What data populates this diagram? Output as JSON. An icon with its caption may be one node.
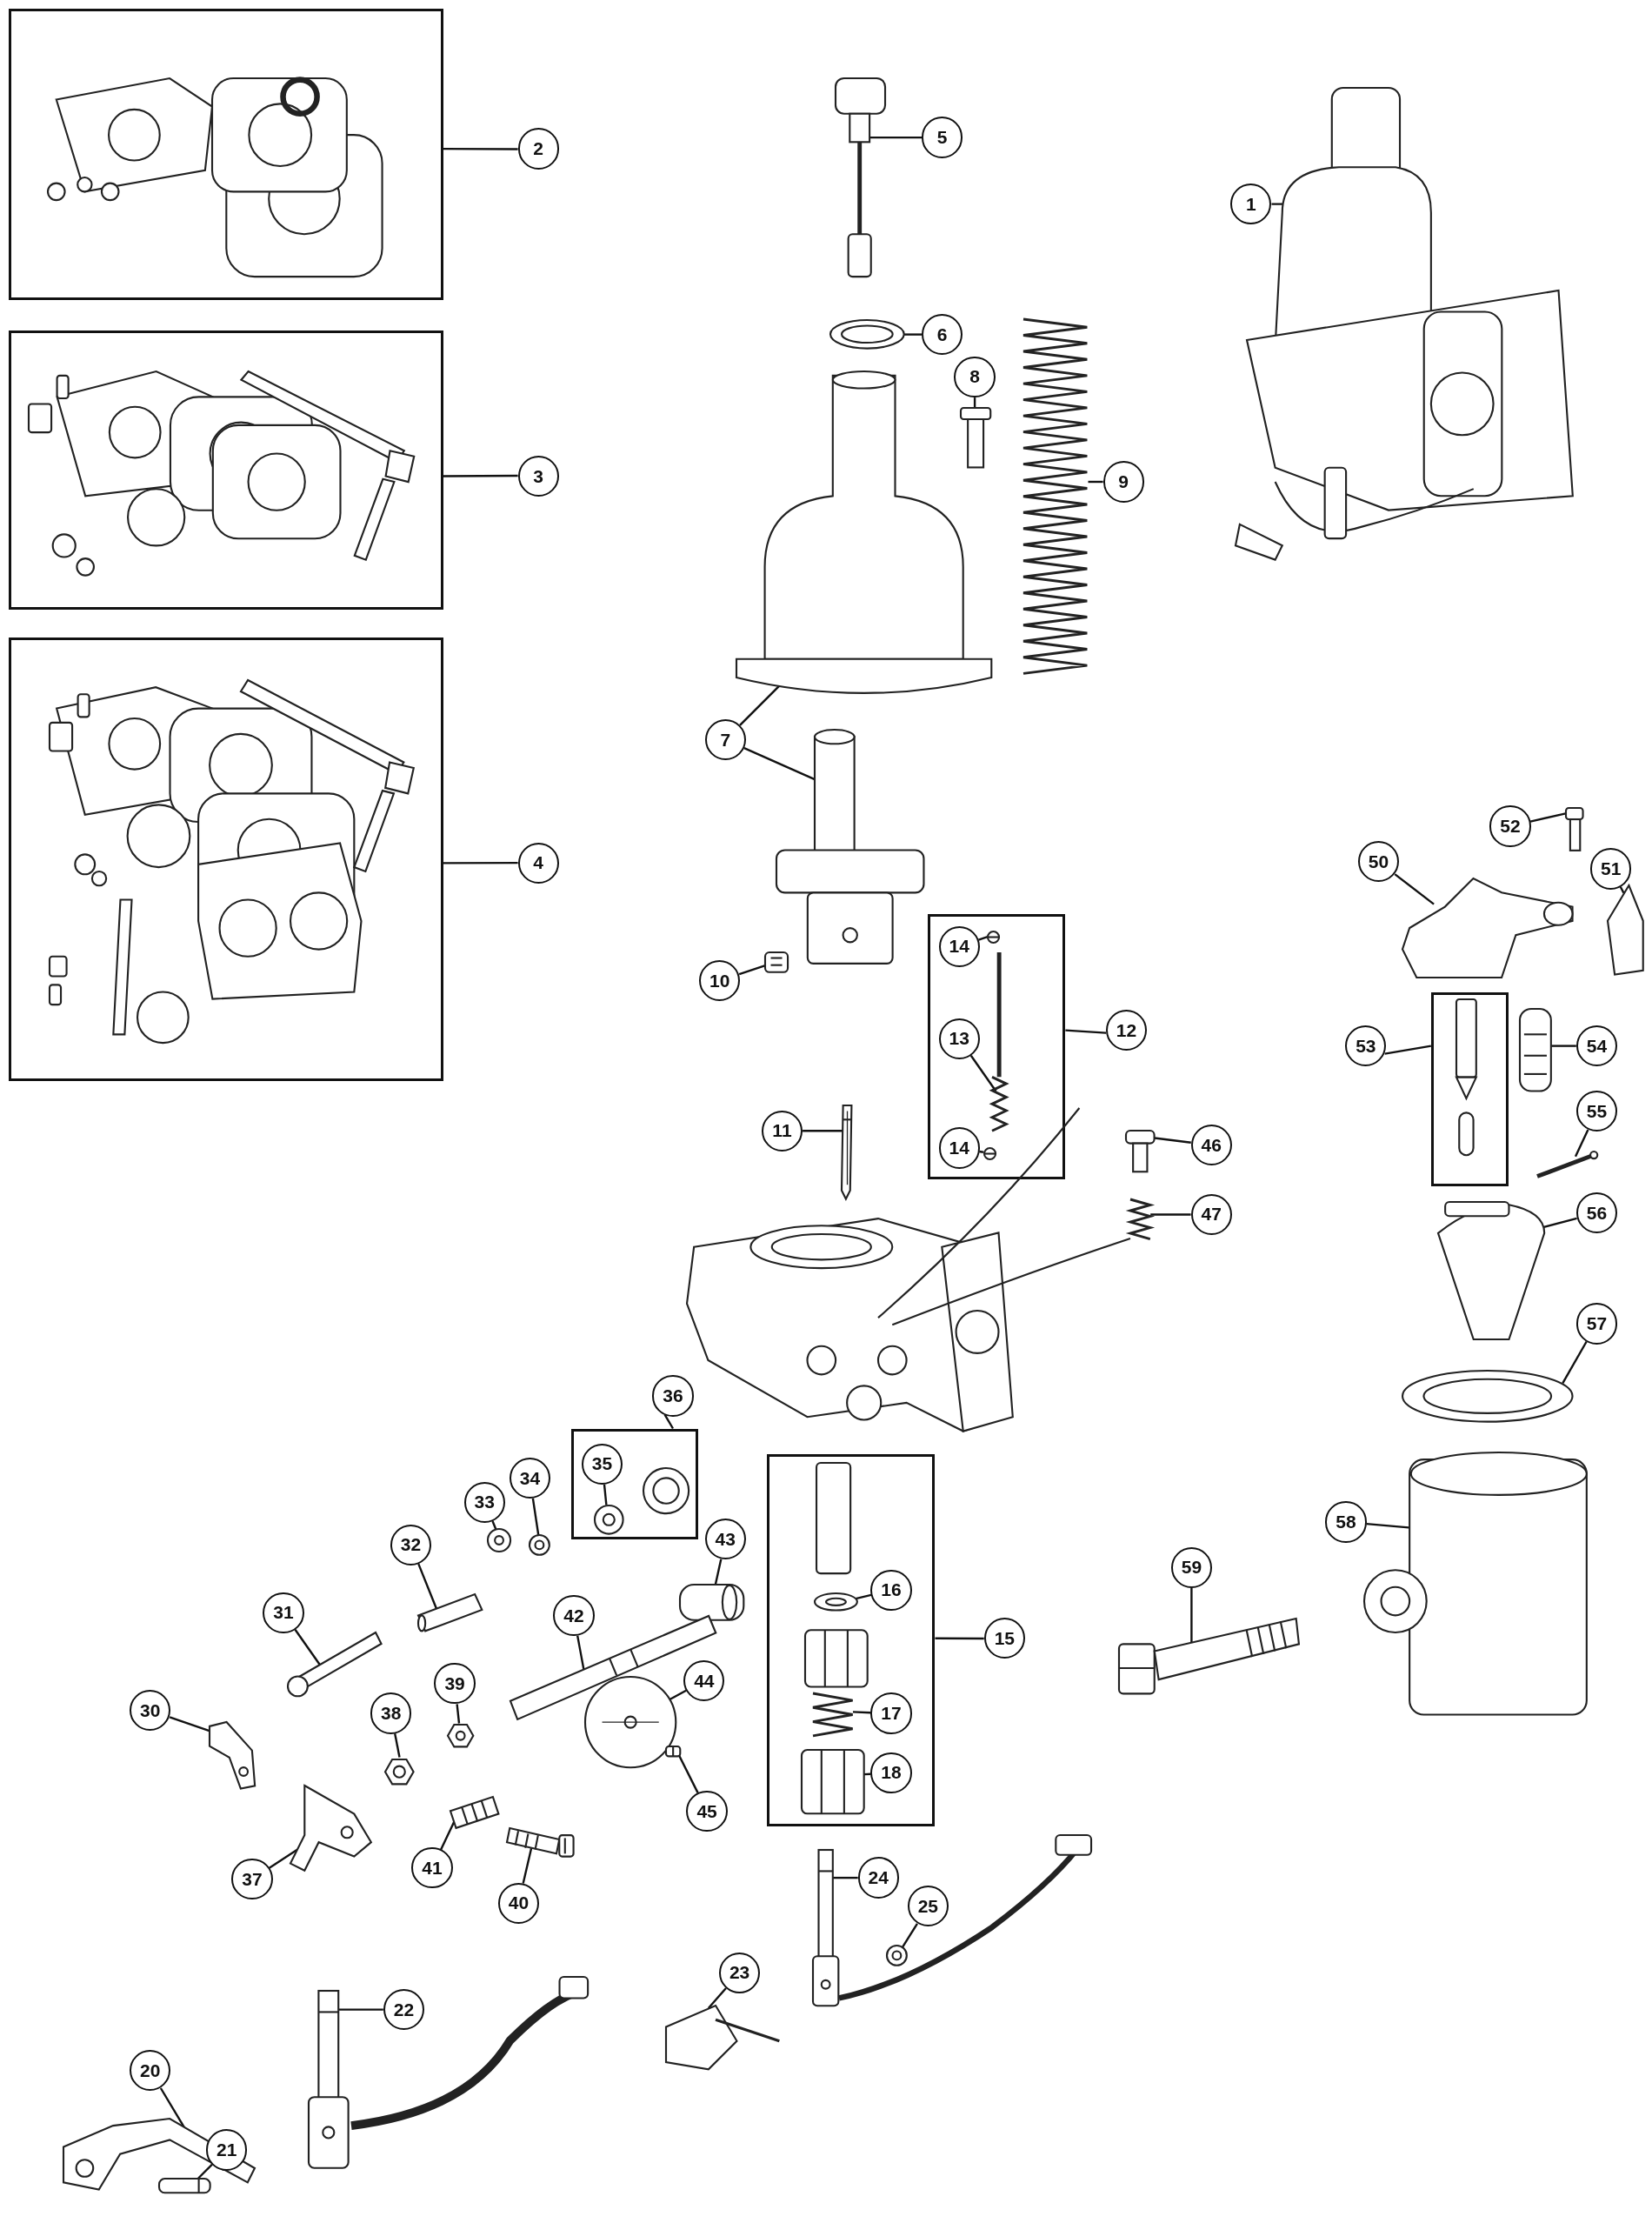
{
  "diagram": {
    "nodes": [
      {
        "text": [],
        "shape": "box"
      },
      {
        "text": [
          "2"
        ]
      },
      {
        "text": [],
        "shape": "box"
      },
      {
        "text": [
          "3"
        ]
      },
      {
        "text": [],
        "shape": "box"
      },
      {
        "text": [
          "4"
        ]
      },
      {
        "text": [
          "5"
        ]
      },
      {
        "text": [
          "1"
        ]
      },
      {
        "text": [
          "6"
        ]
      },
      {
        "text": [
          "8"
        ]
      },
      {
        "text": [
          "9"
        ]
      },
      {
        "text": [
          "7"
        ]
      },
      {
        "text": [
          "10"
        ]
      },
      {
        "text": [],
        "shape": "box"
      },
      {
        "text": [
          "14"
        ],
        "in": 13
      },
      {
        "text": [
          "13"
        ],
        "in": 13
      },
      {
        "text": [
          "14"
        ],
        "in": 13
      },
      {
        "text": [
          "12"
        ]
      },
      {
        "text": [
          "11"
        ]
      },
      {
        "text": [
          "46"
        ]
      },
      {
        "text": [
          "47"
        ]
      },
      {
        "text": [
          "52"
        ]
      },
      {
        "text": [
          "50"
        ]
      },
      {
        "text": [
          "51"
        ]
      },
      {
        "text": [],
        "shape": "box"
      },
      {
        "text": [
          "53"
        ]
      },
      {
        "text": [
          "54"
        ]
      },
      {
        "text": [
          "55"
        ]
      },
      {
        "text": [
          "56"
        ]
      },
      {
        "text": [
          "57"
        ]
      },
      {
        "text": [
          "58"
        ]
      },
      {
        "text": [
          "36"
        ]
      },
      {
        "text": [],
        "shape": "box"
      },
      {
        "text": [
          "35"
        ],
        "in": 32
      },
      {
        "text": [
          "33"
        ]
      },
      {
        "text": [
          "34"
        ]
      },
      {
        "text": [
          "43"
        ]
      },
      {
        "text": [
          "32"
        ]
      },
      {
        "text": [
          "31"
        ]
      },
      {
        "text": [
          "42"
        ]
      },
      {
        "text": [],
        "shape": "box"
      },
      {
        "text": [
          "16"
        ],
        "in": 40
      },
      {
        "text": [
          "17"
        ],
        "in": 40
      },
      {
        "text": [
          "18"
        ],
        "in": 40
      },
      {
        "text": [
          "15"
        ]
      },
      {
        "text": [
          "59"
        ]
      },
      {
        "text": [
          "39"
        ]
      },
      {
        "text": [
          "44"
        ]
      },
      {
        "text": [
          "30"
        ]
      },
      {
        "text": [
          "38"
        ]
      },
      {
        "text": [
          "45"
        ]
      },
      {
        "text": [
          "41"
        ]
      },
      {
        "text": [
          "37"
        ]
      },
      {
        "text": [
          "40"
        ]
      },
      {
        "text": [
          "24"
        ]
      },
      {
        "text": [
          "25"
        ]
      },
      {
        "text": [
          "23"
        ]
      },
      {
        "text": [
          "22"
        ]
      },
      {
        "text": [
          "20"
        ]
      },
      {
        "text": [
          "21"
        ]
      },
      {
        "text": [],
        "shape": "picture"
      },
      {
        "text": [],
        "shape": "picture"
      },
      {
        "text": [],
        "shape": "picture"
      },
      {
        "text": [],
        "shape": "picture"
      },
      {
        "text": [],
        "shape": "picture"
      },
      {
        "text": [],
        "shape": "picture"
      },
      {
        "text": [],
        "shape": "picture"
      },
      {
        "text": [],
        "shape": "picture"
      },
      {
        "text": [],
        "shape": "picture",
        "in": 13
      },
      {
        "text": [],
        "shape": "picture",
        "in": 13
      },
      {
        "text": [],
        "shape": "picture",
        "in": 13
      },
      {
        "text": [],
        "shape": "picture"
      },
      {
        "text": [],
        "shape": "picture"
      },
      {
        "text": [],
        "shape": "picture"
      },
      {
        "text": [],
        "shape": "picture"
      },
      {
        "text": [],
        "shape": "picture"
      },
      {
        "text": [],
        "shape": "picture"
      },
      {
        "text": [],
        "shape": "picture"
      },
      {
        "text": [],
        "shape": "picture"
      },
      {
        "text": [],
        "shape": "picture"
      },
      {
        "text": [],
        "shape": "picture"
      },
      {
        "text": [],
        "shape": "picture"
      },
      {
        "text": [],
        "shape": "picture"
      },
      {
        "text": [],
        "shape": "picture",
        "in": 32
      },
      {
        "text": [],
        "shape": "picture"
      },
      {
        "text": [],
        "shape": "picture"
      },
      {
        "text": [],
        "shape": "picture"
      },
      {
        "text": [],
        "shape": "picture"
      },
      {
        "text": [],
        "shape": "picture"
      },
      {
        "text": [],
        "shape": "picture"
      },
      {
        "text": [],
        "shape": "picture",
        "in": 40
      },
      {
        "text": [],
        "shape": "picture",
        "in": 40
      },
      {
        "text": [],
        "shape": "picture",
        "in": 40
      },
      {
        "text": [],
        "shape": "picture"
      },
      {
        "text": [],
        "shape": "picture"
      },
      {
        "text": [],
        "shape": "picture"
      },
      {
        "text": [],
        "shape": "picture"
      },
      {
        "text": [],
        "shape": "picture"
      },
      {
        "text": [],
        "shape": "picture"
      },
      {
        "text": [],
        "shape": "picture"
      },
      {
        "text": [],
        "shape": "picture"
      },
      {
        "text": [],
        "shape": "picture"
      },
      {
        "text": [],
        "shape": "picture"
      },
      {
        "text": [],
        "shape": "picture"
      },
      {
        "text": [],
        "shape": "picture"
      },
      {
        "text": [],
        "shape": "picture"
      },
      {
        "text": [],
        "shape": "picture"
      }
    ],
    "edges": [
      {
        "from": 1,
        "to": 0,
        "arrow": "none"
      },
      {
        "from": 3,
        "to": 2,
        "arrow": "none"
      },
      {
        "from": 5,
        "to": 4,
        "arrow": "none"
      },
      {
        "from": 6,
        "to": 61,
        "arrow": "none"
      },
      {
        "from": 7,
        "to": 60,
        "arrow": "none"
      },
      {
        "from": 8,
        "to": 62,
        "arrow": "none"
      },
      {
        "from": 9,
        "to": 63,
        "arrow": "none"
      },
      {
        "from": 10,
        "to": 64,
        "arrow": "none"
      },
      {
        "from": 11,
        "to": 65,
        "arrow": "none"
      },
      {
        "from": 11,
        "to": 66,
        "arrow": "none"
      },
      {
        "from": 12,
        "to": 67,
        "arrow": "none"
      },
      {
        "from": 14,
        "to": 68,
        "arrow": "none"
      },
      {
        "from": 15,
        "to": 69,
        "arrow": "none"
      },
      {
        "from": 16,
        "to": 70,
        "arrow": "none"
      },
      {
        "from": 17,
        "to": 13,
        "arrow": "none"
      },
      {
        "from": 18,
        "to": 71,
        "arrow": "none"
      },
      {
        "from": 19,
        "to": 72,
        "arrow": "none"
      },
      {
        "from": 20,
        "to": 73,
        "arrow": "none"
      },
      {
        "from": 21,
        "to": 74,
        "arrow": "none"
      },
      {
        "from": 22,
        "to": 75,
        "arrow": "none"
      },
      {
        "from": 23,
        "to": 76,
        "arrow": "none"
      },
      {
        "from": 25,
        "to": 24,
        "arrow": "none"
      },
      {
        "from": 26,
        "to": 77,
        "arrow": "none"
      },
      {
        "from": 27,
        "to": 78,
        "arrow": "none"
      },
      {
        "from": 28,
        "to": 79,
        "arrow": "none"
      },
      {
        "from": 29,
        "to": 80,
        "arrow": "none"
      },
      {
        "from": 30,
        "to": 81,
        "arrow": "none"
      },
      {
        "from": 31,
        "to": 32,
        "arrow": "none"
      },
      {
        "from": 33,
        "to": 83,
        "arrow": "none"
      },
      {
        "from": 34,
        "to": 84,
        "arrow": "none"
      },
      {
        "from": 35,
        "to": 85,
        "arrow": "none"
      },
      {
        "from": 36,
        "to": 86,
        "arrow": "none"
      },
      {
        "from": 37,
        "to": 87,
        "arrow": "none"
      },
      {
        "from": 38,
        "to": 88,
        "arrow": "none"
      },
      {
        "from": 39,
        "to": 89,
        "arrow": "none"
      },
      {
        "from": 41,
        "to": 90,
        "arrow": "none"
      },
      {
        "from": 42,
        "to": 91,
        "arrow": "none"
      },
      {
        "from": 43,
        "to": 92,
        "arrow": "none"
      },
      {
        "from": 44,
        "to": 40,
        "arrow": "none"
      },
      {
        "from": 45,
        "to": 82,
        "arrow": "none"
      },
      {
        "from": 46,
        "to": 93,
        "arrow": "none"
      },
      {
        "from": 47,
        "to": 94,
        "arrow": "none"
      },
      {
        "from": 48,
        "to": 95,
        "arrow": "none"
      },
      {
        "from": 49,
        "to": 96,
        "arrow": "none"
      },
      {
        "from": 50,
        "to": 97,
        "arrow": "none"
      },
      {
        "from": 51,
        "to": 98,
        "arrow": "none"
      },
      {
        "from": 52,
        "to": 99,
        "arrow": "none"
      },
      {
        "from": 53,
        "to": 100,
        "arrow": "none"
      },
      {
        "from": 54,
        "to": 101,
        "arrow": "none"
      },
      {
        "from": 55,
        "to": 102,
        "arrow": "none"
      },
      {
        "from": 56,
        "to": 103,
        "arrow": "none"
      },
      {
        "from": 57,
        "to": 104,
        "arrow": "none"
      },
      {
        "from": 58,
        "to": 105,
        "arrow": "none"
      },
      {
        "from": 59,
        "to": 106,
        "arrow": "none"
      }
    ]
  }
}
